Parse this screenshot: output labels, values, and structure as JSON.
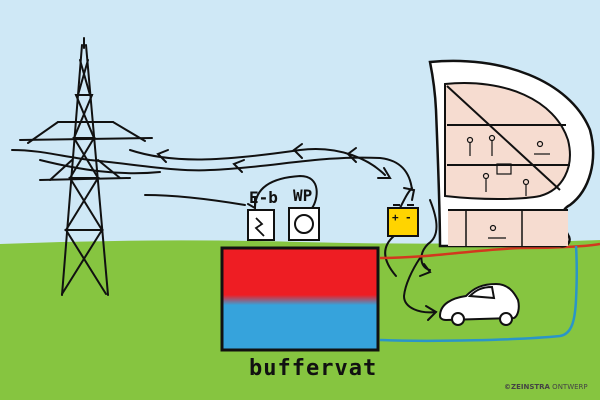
{
  "colors": {
    "sky": "#cfe8f6",
    "grass": "#86c540",
    "tank_hot": "#ee1d23",
    "tank_cold": "#36a3dc",
    "battery": "#ffd400",
    "building_fill": "#f6dcd0",
    "heat_line": "#d2381e",
    "water_line": "#2a95c8"
  },
  "labels": {
    "eboiler": "E-b",
    "heatpump": "WP",
    "buffer": "buffervat",
    "battery_plus": "+",
    "battery_minus": "-"
  },
  "credit": {
    "brand": "©ZEINSTRA",
    "suffix": " ONTWERP"
  }
}
